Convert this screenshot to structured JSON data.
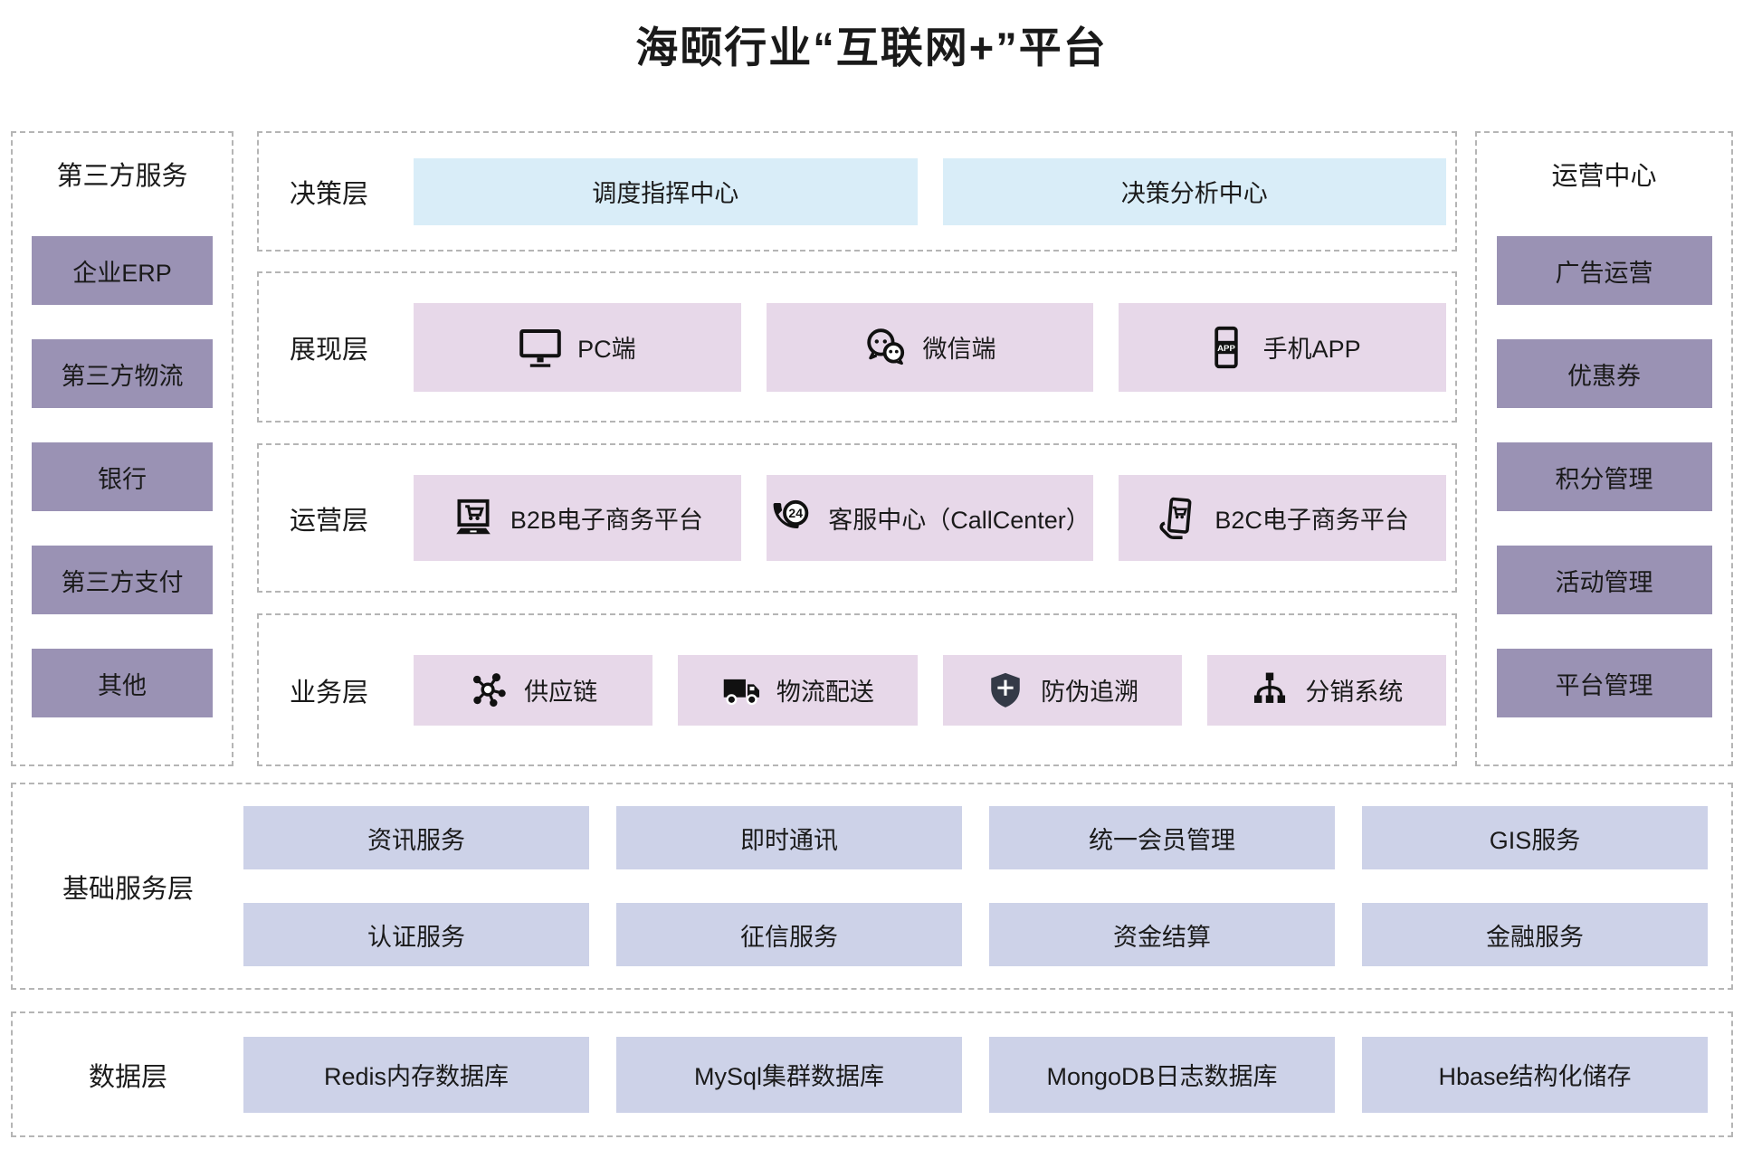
{
  "title": "海颐行业“互联网+”平台",
  "left_panel": {
    "title": "第三方服务",
    "items": [
      "企业ERP",
      "第三方物流",
      "银行",
      "第三方支付",
      "其他"
    ]
  },
  "right_panel": {
    "title": "运营中心",
    "items": [
      "广告运营",
      "优惠券",
      "积分管理",
      "活动管理",
      "平台管理"
    ]
  },
  "layers": [
    {
      "label": "决策层",
      "items": [
        {
          "text": "调度指挥中心"
        },
        {
          "text": "决策分析中心"
        }
      ]
    },
    {
      "label": "展现层",
      "items": [
        {
          "icon": "monitor-icon",
          "text": "PC端"
        },
        {
          "icon": "wechat-icon",
          "text": "微信端"
        },
        {
          "icon": "mobile-app-icon",
          "text": "手机APP"
        }
      ]
    },
    {
      "label": "运营层",
      "items": [
        {
          "icon": "laptop-cart-icon",
          "text": "B2B电子商务平台"
        },
        {
          "icon": "phone-24-icon",
          "text": "客服中心（CallCenter）"
        },
        {
          "icon": "phone-cart-icon",
          "text": "B2C电子商务平台"
        }
      ]
    },
    {
      "label": "业务层",
      "items": [
        {
          "icon": "network-icon",
          "text": "供应链"
        },
        {
          "icon": "truck-icon",
          "text": "物流配送"
        },
        {
          "icon": "shield-plus-icon",
          "text": "防伪追溯"
        },
        {
          "icon": "tree-icon",
          "text": "分销系统"
        }
      ]
    }
  ],
  "base_services": {
    "label": "基础服务层",
    "rows": [
      [
        "资讯服务",
        "即时通讯",
        "统一会员管理",
        "GIS服务"
      ],
      [
        "认证服务",
        "征信服务",
        "资金结算",
        "金融服务"
      ]
    ]
  },
  "data_layer": {
    "label": "数据层",
    "items": [
      "Redis内存数据库",
      "MySql集群数据库",
      "MongoDB日志数据库",
      "Hbase结构化储存"
    ]
  },
  "colors": {
    "sidebar_box": "#9a92b4",
    "decision_box": "#d9edf8",
    "layer_box": "#e7d8e9",
    "service_box": "#cdd2e8",
    "border": "#b5b5b5",
    "shield": "#343a47",
    "text": "#1a1a1a"
  }
}
